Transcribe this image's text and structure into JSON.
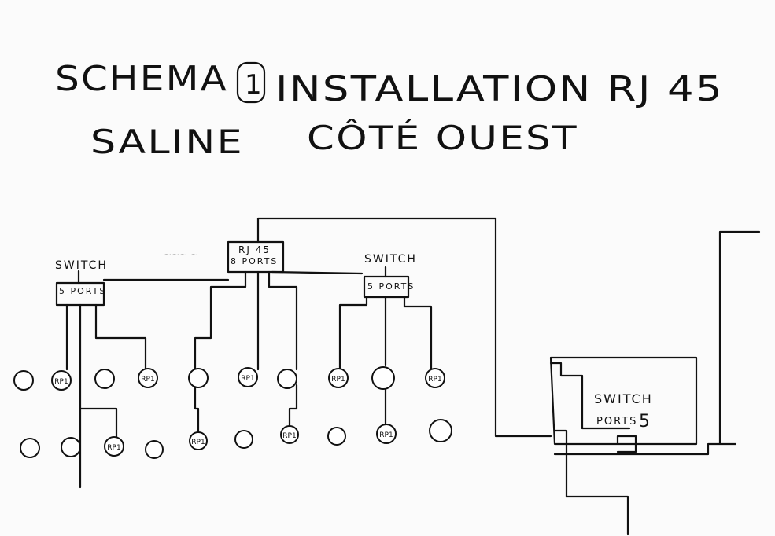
{
  "title": {
    "line1_a": "SCHEMA",
    "circled_number": "1",
    "line1_b": "INSTALLATION RJ 45",
    "line2_a": "SALINE",
    "line2_b": "CÔTÉ OUEST"
  },
  "devices": {
    "left_switch_label": "SWITCH",
    "left_switch_ports": "5 PORTS",
    "center_panel_label": "RJ 45",
    "center_panel_ports": "8 PORTS",
    "right_switch_label": "SWITCH",
    "right_switch_ports": "5 PORTS",
    "far_switch_label": "SWITCH",
    "far_switch_ports": "PORTS",
    "far_switch_count": "5"
  },
  "node_label": "RP1"
}
